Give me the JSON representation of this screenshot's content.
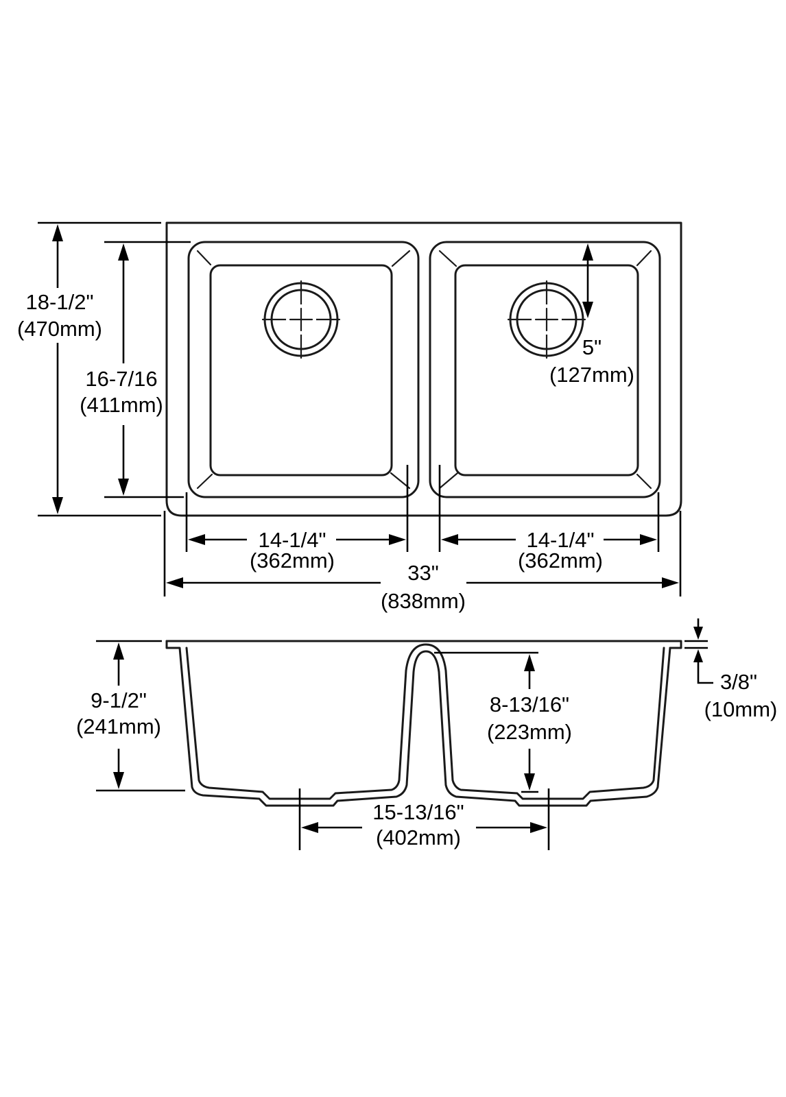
{
  "top_view": {
    "overall_length": {
      "inch": "33\"",
      "mm": "(838mm)"
    },
    "overall_width": {
      "inch": "18-1/2\"",
      "mm": "(470mm)"
    },
    "bowl_width": {
      "inch": "16-7/16",
      "mm": "(411mm)"
    },
    "left_bowl_length": {
      "inch": "14-1/4\"",
      "mm": "(362mm)"
    },
    "right_bowl_length": {
      "inch": "14-1/4\"",
      "mm": "(362mm)"
    },
    "drain_offset": {
      "inch": "5\"",
      "mm": "(127mm)"
    }
  },
  "section_view": {
    "overall_depth": {
      "inch": "9-1/2\"",
      "mm": "(241mm)"
    },
    "divider_depth": {
      "inch": "8-13/16\"",
      "mm": "(223mm)"
    },
    "flange_thickness": {
      "inch": "3/8\"",
      "mm": "(10mm)"
    },
    "drain_spacing": {
      "inch": "15-13/16\"",
      "mm": "(402mm)"
    }
  },
  "colors": {
    "line": "#1a1a1a",
    "background": "#ffffff"
  }
}
